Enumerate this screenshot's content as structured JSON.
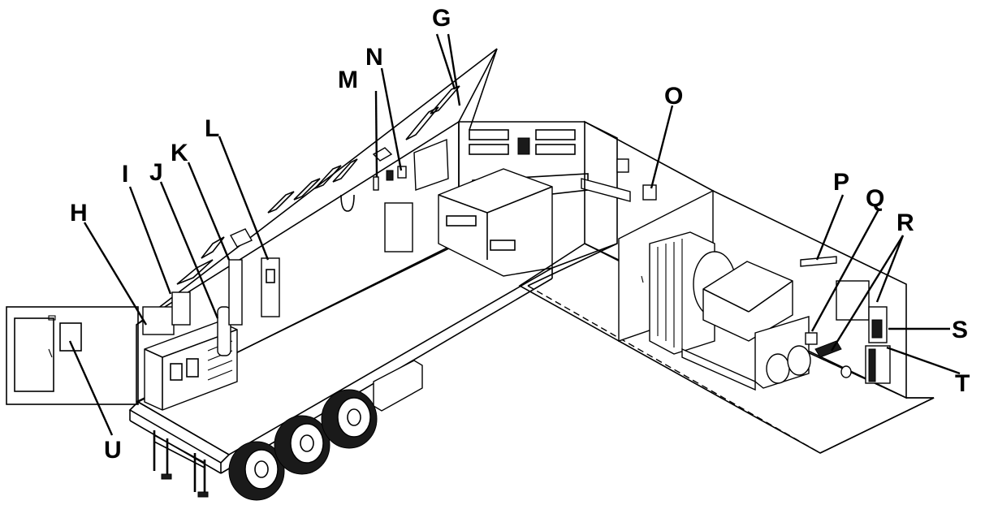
{
  "callouts": {
    "G": "G",
    "H": "H",
    "I": "I",
    "J": "J",
    "K": "K",
    "L": "L",
    "M": "M",
    "N": "N",
    "O": "O",
    "P": "P",
    "Q": "Q",
    "R": "R",
    "S": "S",
    "T": "T",
    "U": "U"
  }
}
